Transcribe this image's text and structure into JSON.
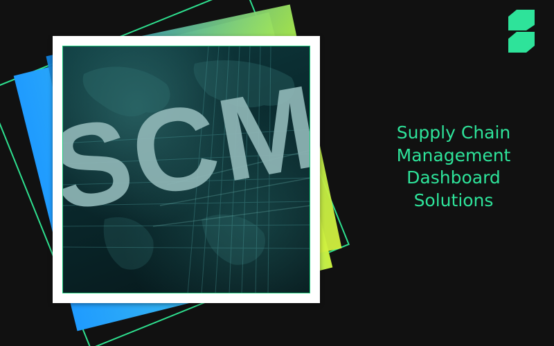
{
  "photo": {
    "overlay_text": "SCM"
  },
  "headline": {
    "lines": [
      "Supply Chain",
      "Management",
      "Dashboard",
      "Solutions"
    ]
  },
  "logo": {
    "icon": "brand-logo-icon"
  },
  "colors": {
    "background": "#111111",
    "accent_green": "#2ee39a",
    "frame_outline": "#2ee08f",
    "panel_blue": "#1f9bff",
    "panel_lime": "#c9ef3f",
    "scm_text": "#8fb6b6"
  }
}
